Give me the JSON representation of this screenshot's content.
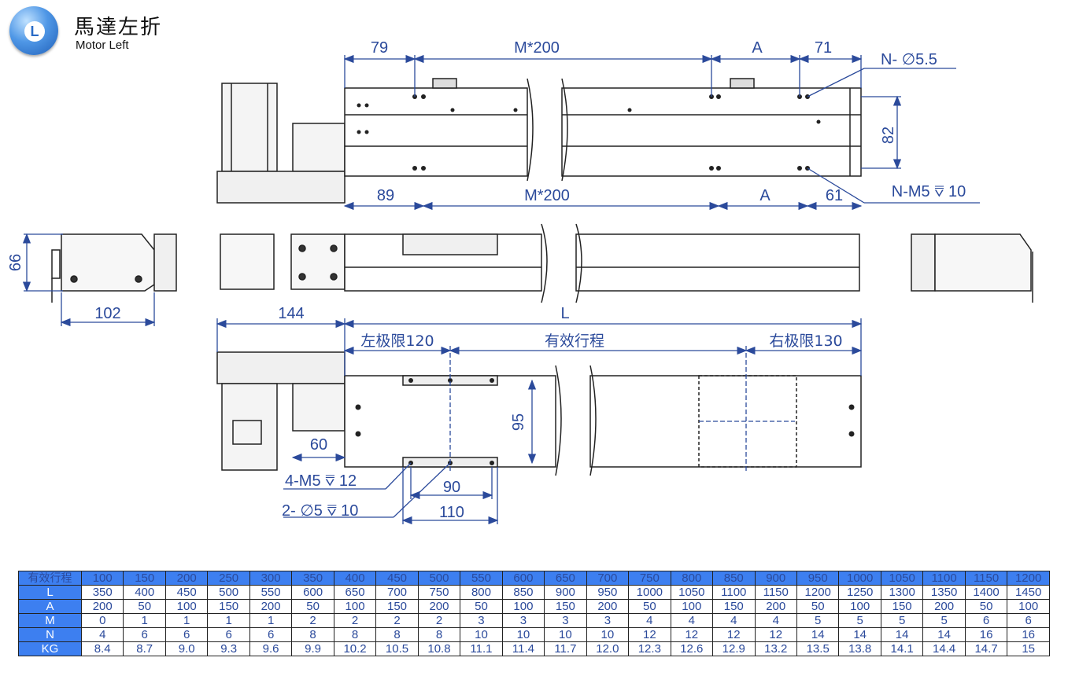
{
  "header": {
    "badge_letter": "L",
    "title_cn": "馬達左折",
    "title_en": "Motor Left"
  },
  "dimensions": {
    "top_view": {
      "d1": "79",
      "d2": "M*200",
      "d3": "A",
      "d4": "71",
      "d5": "N- ∅5.5",
      "d6": "82",
      "b1": "89",
      "b2": "M*200",
      "b3": "A",
      "b4": "61",
      "b5": "N-M5 ⩢ 10"
    },
    "side_view": {
      "h": "66",
      "w": "102"
    },
    "bottom_view": {
      "motor": "144",
      "length": "L",
      "left_limit": "左极限120",
      "stroke": "有效行程",
      "right_limit": "右极限130",
      "h95": "95",
      "w60": "60",
      "m5": "4-M5 ⩢ 12",
      "pin": "2- ∅5 ⩢ 10",
      "w90": "90",
      "w110": "110"
    }
  },
  "table": {
    "rows": [
      {
        "label": "有效行程",
        "values": [
          "100",
          "150",
          "200",
          "250",
          "300",
          "350",
          "400",
          "450",
          "500",
          "550",
          "600",
          "650",
          "700",
          "750",
          "800",
          "850",
          "900",
          "950",
          "1000",
          "1050",
          "1100",
          "1150",
          "1200"
        ]
      },
      {
        "label": "L",
        "values": [
          "350",
          "400",
          "450",
          "500",
          "550",
          "600",
          "650",
          "700",
          "750",
          "800",
          "850",
          "900",
          "950",
          "1000",
          "1050",
          "1100",
          "1150",
          "1200",
          "1250",
          "1300",
          "1350",
          "1400",
          "1450"
        ]
      },
      {
        "label": "A",
        "values": [
          "200",
          "50",
          "100",
          "150",
          "200",
          "50",
          "100",
          "150",
          "200",
          "50",
          "100",
          "150",
          "200",
          "50",
          "100",
          "150",
          "200",
          "50",
          "100",
          "150",
          "200",
          "50",
          "100"
        ]
      },
      {
        "label": "M",
        "values": [
          "0",
          "1",
          "1",
          "1",
          "1",
          "2",
          "2",
          "2",
          "2",
          "3",
          "3",
          "3",
          "3",
          "4",
          "4",
          "4",
          "4",
          "5",
          "5",
          "5",
          "5",
          "6",
          "6"
        ]
      },
      {
        "label": "N",
        "values": [
          "4",
          "6",
          "6",
          "6",
          "6",
          "8",
          "8",
          "8",
          "8",
          "10",
          "10",
          "10",
          "10",
          "12",
          "12",
          "12",
          "12",
          "14",
          "14",
          "14",
          "14",
          "16",
          "16"
        ]
      },
      {
        "label": "KG",
        "values": [
          "8.4",
          "8.7",
          "9.0",
          "9.3",
          "9.6",
          "9.9",
          "10.2",
          "10.5",
          "10.8",
          "11.1",
          "11.4",
          "11.7",
          "12.0",
          "12.3",
          "12.6",
          "12.9",
          "13.2",
          "13.5",
          "13.8",
          "14.1",
          "14.4",
          "14.7",
          "15"
        ]
      }
    ]
  }
}
